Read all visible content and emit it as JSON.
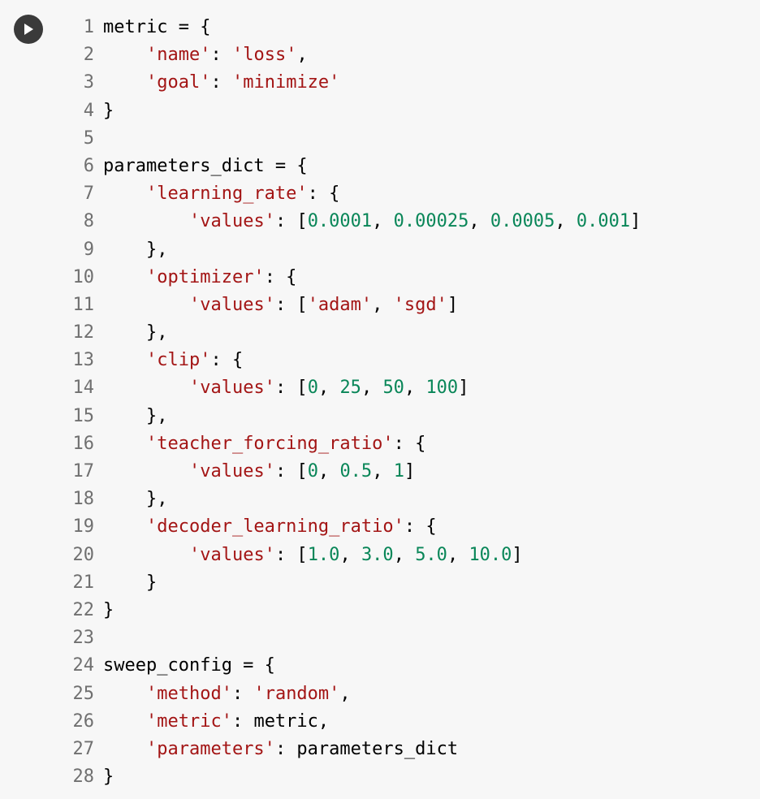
{
  "cell": {
    "run_icon": "play-icon",
    "colors": {
      "background": "#f7f7f7",
      "run_button": "#3a3a3a",
      "line_number": "#707070",
      "string": "#a31515",
      "number": "#098658",
      "text": "#000000"
    },
    "lines": [
      [
        {
          "t": "p",
          "v": "metric = {"
        }
      ],
      [
        {
          "t": "p",
          "v": "    "
        },
        {
          "t": "s",
          "v": "'name'"
        },
        {
          "t": "p",
          "v": ": "
        },
        {
          "t": "s",
          "v": "'loss'"
        },
        {
          "t": "p",
          "v": ","
        }
      ],
      [
        {
          "t": "p",
          "v": "    "
        },
        {
          "t": "s",
          "v": "'goal'"
        },
        {
          "t": "p",
          "v": ": "
        },
        {
          "t": "s",
          "v": "'minimize'"
        }
      ],
      [
        {
          "t": "p",
          "v": "}"
        }
      ],
      [],
      [
        {
          "t": "p",
          "v": "parameters_dict = {"
        }
      ],
      [
        {
          "t": "p",
          "v": "    "
        },
        {
          "t": "s",
          "v": "'learning_rate'"
        },
        {
          "t": "p",
          "v": ": {"
        }
      ],
      [
        {
          "t": "p",
          "v": "        "
        },
        {
          "t": "s",
          "v": "'values'"
        },
        {
          "t": "p",
          "v": ": ["
        },
        {
          "t": "n",
          "v": "0.0001"
        },
        {
          "t": "p",
          "v": ", "
        },
        {
          "t": "n",
          "v": "0.00025"
        },
        {
          "t": "p",
          "v": ", "
        },
        {
          "t": "n",
          "v": "0.0005"
        },
        {
          "t": "p",
          "v": ", "
        },
        {
          "t": "n",
          "v": "0.001"
        },
        {
          "t": "p",
          "v": "]"
        }
      ],
      [
        {
          "t": "p",
          "v": "    },"
        }
      ],
      [
        {
          "t": "p",
          "v": "    "
        },
        {
          "t": "s",
          "v": "'optimizer'"
        },
        {
          "t": "p",
          "v": ": {"
        }
      ],
      [
        {
          "t": "p",
          "v": "        "
        },
        {
          "t": "s",
          "v": "'values'"
        },
        {
          "t": "p",
          "v": ": ["
        },
        {
          "t": "s",
          "v": "'adam'"
        },
        {
          "t": "p",
          "v": ", "
        },
        {
          "t": "s",
          "v": "'sgd'"
        },
        {
          "t": "p",
          "v": "]"
        }
      ],
      [
        {
          "t": "p",
          "v": "    },"
        }
      ],
      [
        {
          "t": "p",
          "v": "    "
        },
        {
          "t": "s",
          "v": "'clip'"
        },
        {
          "t": "p",
          "v": ": {"
        }
      ],
      [
        {
          "t": "p",
          "v": "        "
        },
        {
          "t": "s",
          "v": "'values'"
        },
        {
          "t": "p",
          "v": ": ["
        },
        {
          "t": "n",
          "v": "0"
        },
        {
          "t": "p",
          "v": ", "
        },
        {
          "t": "n",
          "v": "25"
        },
        {
          "t": "p",
          "v": ", "
        },
        {
          "t": "n",
          "v": "50"
        },
        {
          "t": "p",
          "v": ", "
        },
        {
          "t": "n",
          "v": "100"
        },
        {
          "t": "p",
          "v": "]"
        }
      ],
      [
        {
          "t": "p",
          "v": "    },"
        }
      ],
      [
        {
          "t": "p",
          "v": "    "
        },
        {
          "t": "s",
          "v": "'teacher_forcing_ratio'"
        },
        {
          "t": "p",
          "v": ": {"
        }
      ],
      [
        {
          "t": "p",
          "v": "        "
        },
        {
          "t": "s",
          "v": "'values'"
        },
        {
          "t": "p",
          "v": ": ["
        },
        {
          "t": "n",
          "v": "0"
        },
        {
          "t": "p",
          "v": ", "
        },
        {
          "t": "n",
          "v": "0.5"
        },
        {
          "t": "p",
          "v": ", "
        },
        {
          "t": "n",
          "v": "1"
        },
        {
          "t": "p",
          "v": "]"
        }
      ],
      [
        {
          "t": "p",
          "v": "    },"
        }
      ],
      [
        {
          "t": "p",
          "v": "    "
        },
        {
          "t": "s",
          "v": "'decoder_learning_ratio'"
        },
        {
          "t": "p",
          "v": ": {"
        }
      ],
      [
        {
          "t": "p",
          "v": "        "
        },
        {
          "t": "s",
          "v": "'values'"
        },
        {
          "t": "p",
          "v": ": ["
        },
        {
          "t": "n",
          "v": "1.0"
        },
        {
          "t": "p",
          "v": ", "
        },
        {
          "t": "n",
          "v": "3.0"
        },
        {
          "t": "p",
          "v": ", "
        },
        {
          "t": "n",
          "v": "5.0"
        },
        {
          "t": "p",
          "v": ", "
        },
        {
          "t": "n",
          "v": "10.0"
        },
        {
          "t": "p",
          "v": "]"
        }
      ],
      [
        {
          "t": "p",
          "v": "    }"
        }
      ],
      [
        {
          "t": "p",
          "v": "}"
        }
      ],
      [],
      [
        {
          "t": "p",
          "v": "sweep_config = {"
        }
      ],
      [
        {
          "t": "p",
          "v": "    "
        },
        {
          "t": "s",
          "v": "'method'"
        },
        {
          "t": "p",
          "v": ": "
        },
        {
          "t": "s",
          "v": "'random'"
        },
        {
          "t": "p",
          "v": ","
        }
      ],
      [
        {
          "t": "p",
          "v": "    "
        },
        {
          "t": "s",
          "v": "'metric'"
        },
        {
          "t": "p",
          "v": ": metric,"
        }
      ],
      [
        {
          "t": "p",
          "v": "    "
        },
        {
          "t": "s",
          "v": "'parameters'"
        },
        {
          "t": "p",
          "v": ": parameters_dict"
        }
      ],
      [
        {
          "t": "p",
          "v": "}"
        }
      ]
    ]
  }
}
